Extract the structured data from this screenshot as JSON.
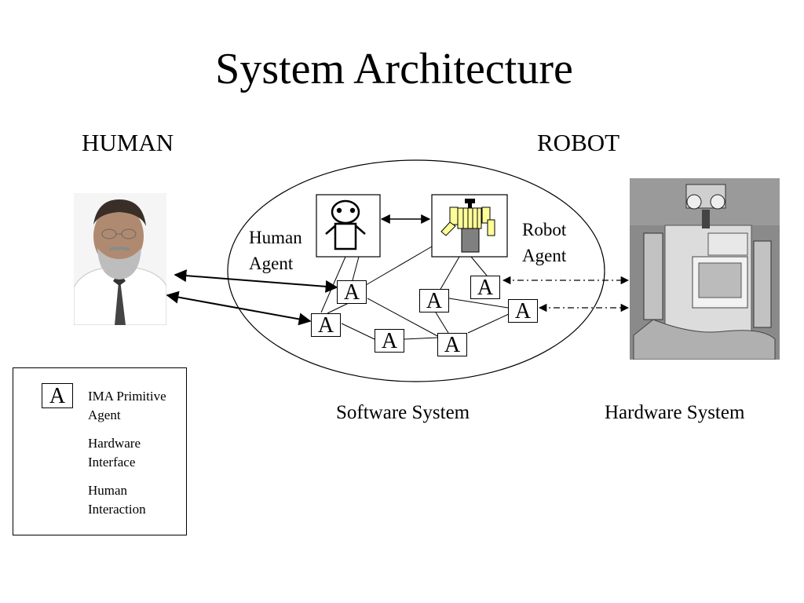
{
  "title": "System Architecture",
  "headings": {
    "human": "HUMAN",
    "robot": "ROBOT"
  },
  "software_system_label": "Software System",
  "hardware_system_label": "Hardware System",
  "human_agent_label": {
    "line1": "Human",
    "line2": "Agent"
  },
  "robot_agent_label": {
    "line1": "Robot",
    "line2": "Agent"
  },
  "primitive_agent_letter": "A",
  "legend": {
    "primitive_agent": {
      "symbol": "A",
      "line1": "IMA Primitive",
      "line2": "Agent"
    },
    "hardware_interface": {
      "line1": "Hardware",
      "line2": "Interface"
    },
    "human_interaction": {
      "line1": "Human",
      "line2": "Interaction"
    }
  },
  "colors": {
    "robot_icon_yellow": "#ffff99",
    "robot_icon_gray": "#808080",
    "robot_photo_bg": "#8a8a8a"
  }
}
